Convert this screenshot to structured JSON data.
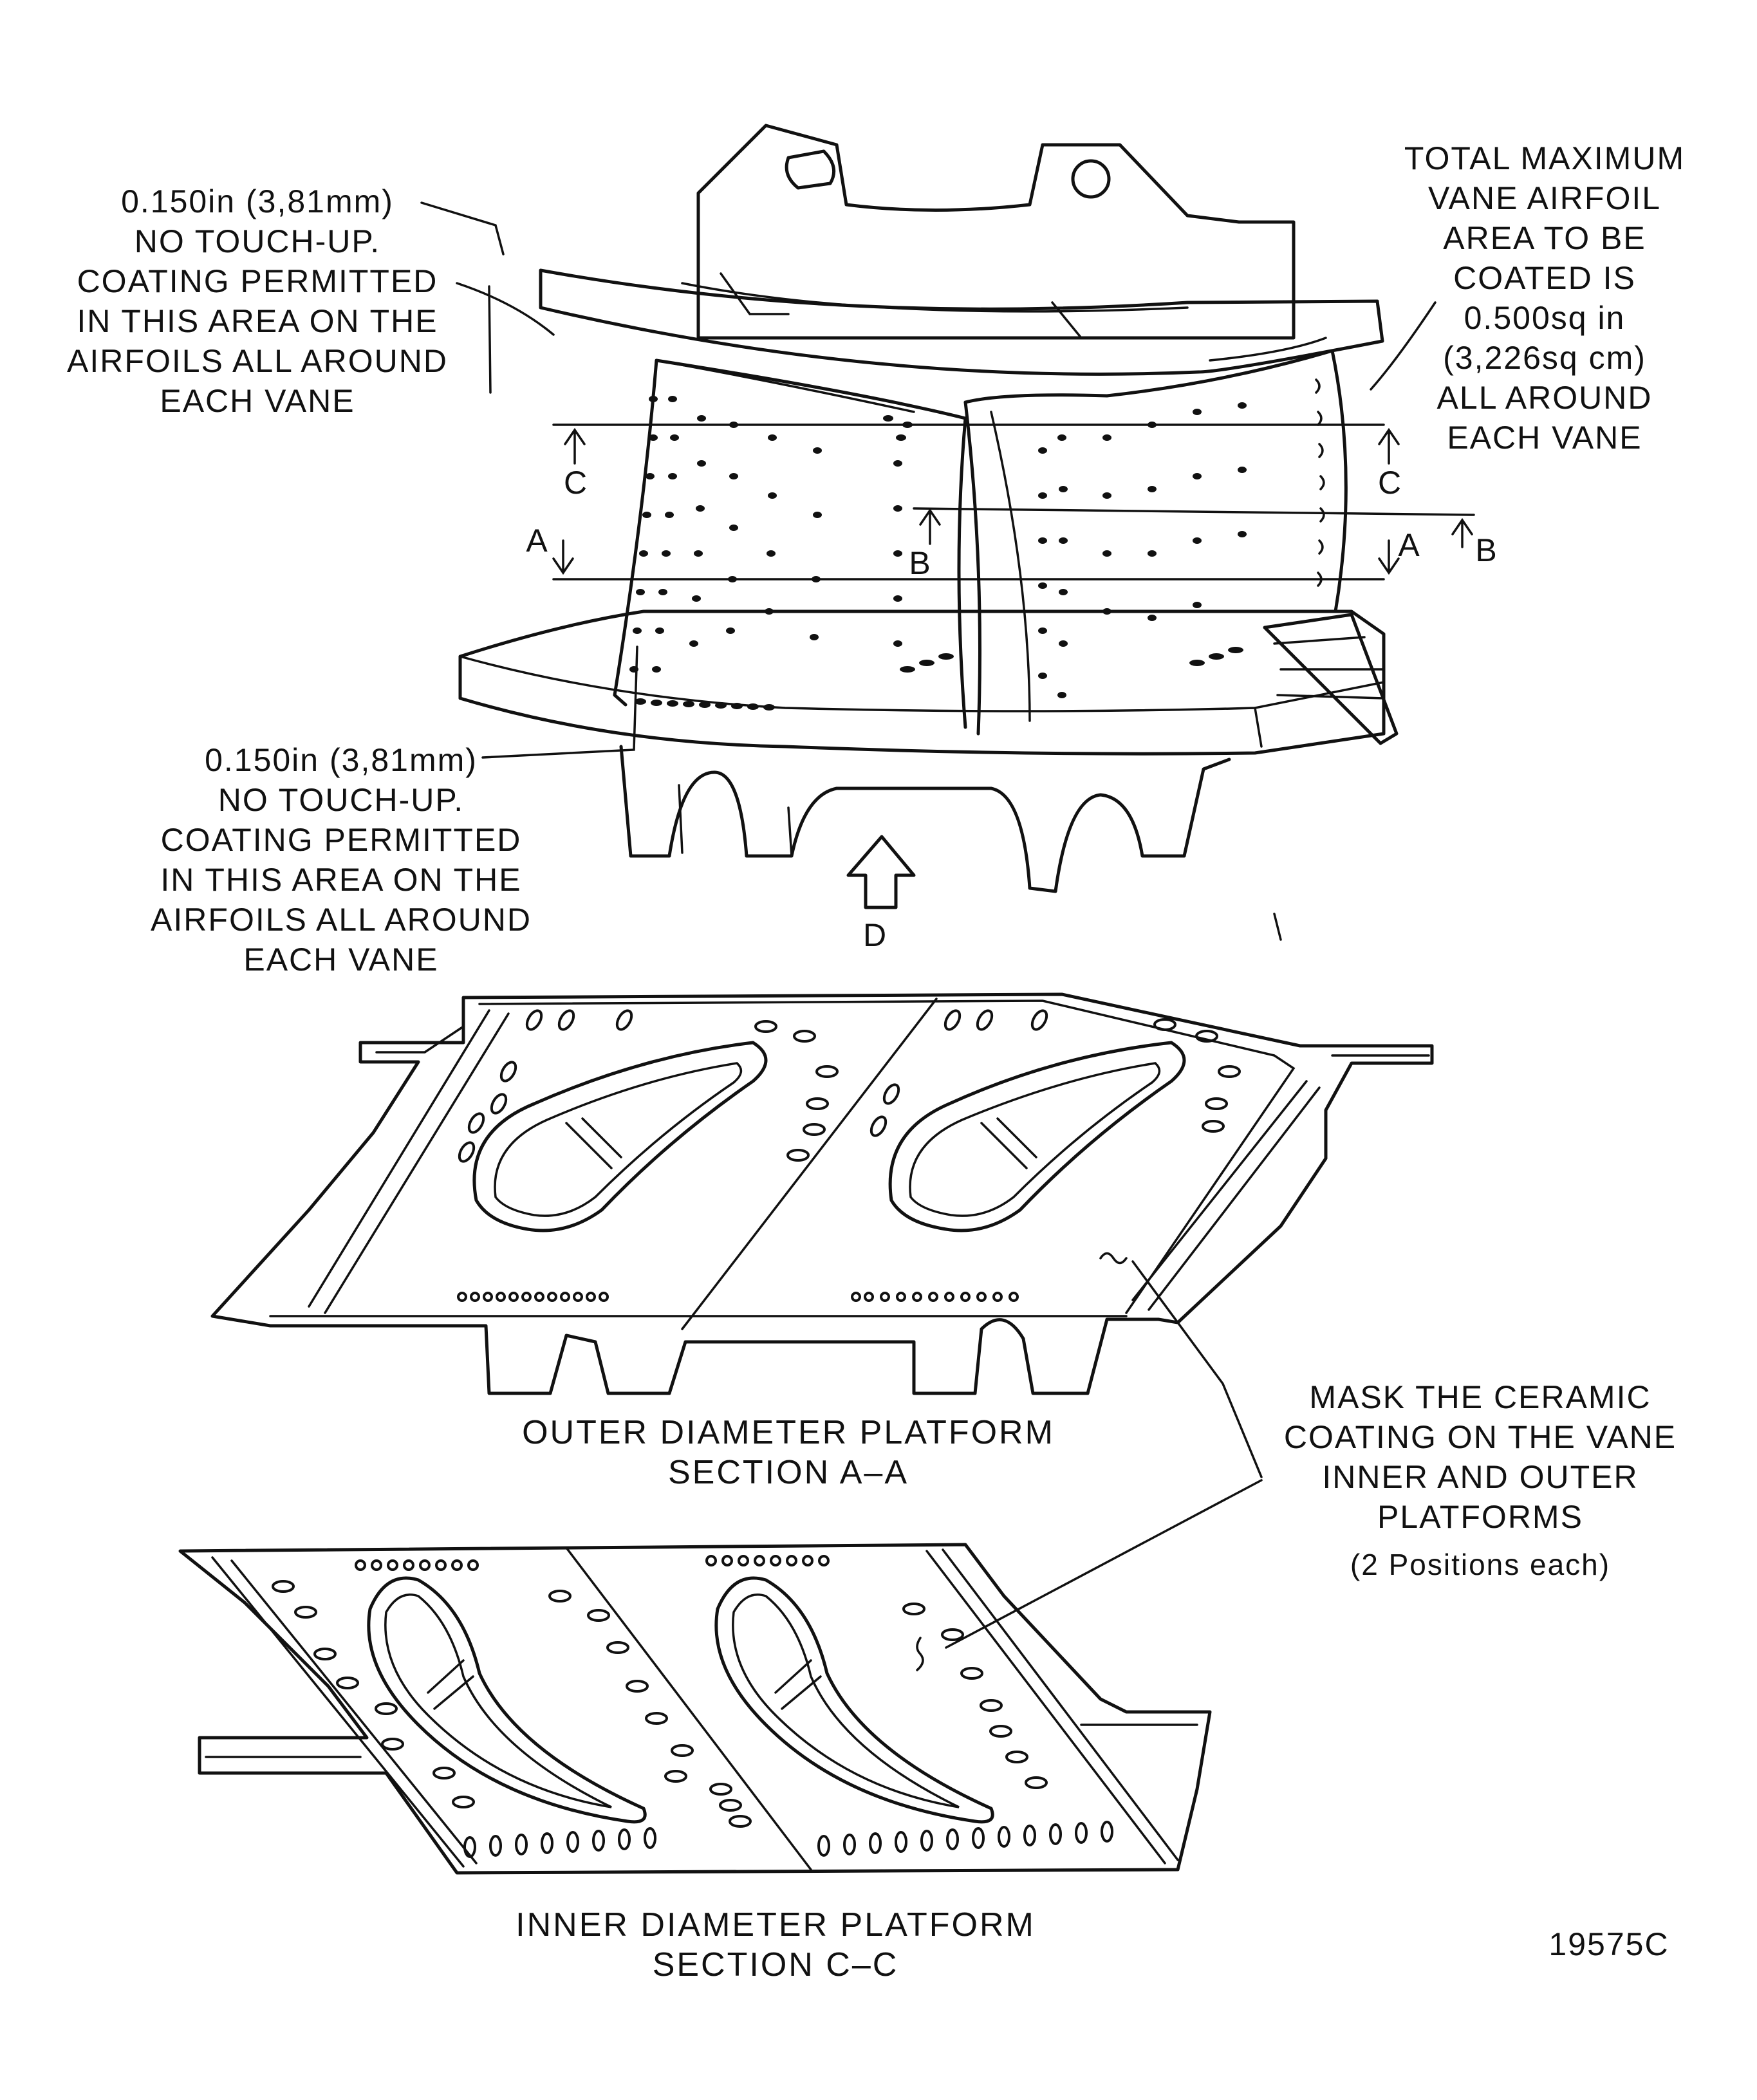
{
  "callouts": {
    "upper_no_touchup": "0.150in (3,81mm)\nNO TOUCH-UP.\nCOATING PERMITTED\nIN THIS AREA ON THE\nAIRFOILS ALL AROUND\nEACH VANE",
    "lower_no_touchup": "0.150in (3,81mm)\nNO TOUCH-UP.\nCOATING PERMITTED\nIN THIS AREA ON THE\nAIRFOILS ALL AROUND\nEACH VANE",
    "max_coated_area": "TOTAL MAXIMUM\nVANE AIRFOIL\nAREA TO BE\nCOATED IS\n0.500sq in\n(3,226sq cm)\nALL AROUND\nEACH VANE",
    "mask_note": "MASK THE CERAMIC\nCOATING ON THE VANE\nINNER AND OUTER\nPLATFORMS",
    "mask_positions": "(2 Positions each)"
  },
  "section_markers": {
    "c_left": "C",
    "c_right": "C",
    "a_left": "A",
    "a_right": "A",
    "b_left": "B",
    "b_right": "B",
    "view_d": "D"
  },
  "sections": {
    "outer": "OUTER DIAMETER PLATFORM\nSECTION A–A",
    "inner": "INNER DIAMETER PLATFORM\nSECTION C–C"
  },
  "figure_number": "19575C"
}
